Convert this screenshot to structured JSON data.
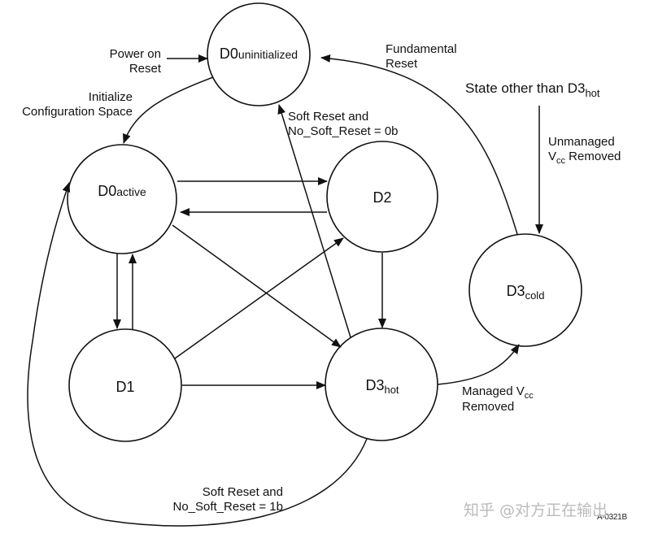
{
  "states": {
    "d0_uninit": {
      "main": "D0",
      "sub": "uninitialized"
    },
    "d0_active": {
      "main": "D0",
      "sub": "active"
    },
    "d1": {
      "main": "D1"
    },
    "d2": {
      "main": "D2"
    },
    "d3_hot": {
      "main": "D3",
      "sub": "hot"
    },
    "d3_cold": {
      "main": "D3",
      "sub": "cold"
    }
  },
  "labels": {
    "power_on_1": "Power on",
    "power_on_2": "Reset",
    "init_1": "Initialize",
    "init_2": "Configuration Space",
    "fund_1": "Fundamental",
    "fund_2": "Reset",
    "soft0_1": "Soft Reset and",
    "soft0_2": "No_Soft_Reset = 0b",
    "other_main": "State other than D3",
    "other_sub": "hot",
    "unmanaged_1": "Unmanaged",
    "unmanaged_2a": "V",
    "unmanaged_2b": "cc",
    "unmanaged_2c": " Removed",
    "managed_1a": "Managed V",
    "managed_1b": "cc",
    "managed_2": "Removed",
    "soft1_1": "Soft Reset and",
    "soft1_2": "No_Soft_Reset = 1b"
  },
  "figure_id": "A-0321B",
  "watermark": "知乎 @对方正在输出"
}
